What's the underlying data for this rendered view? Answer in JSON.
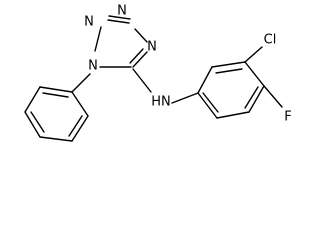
{
  "atoms": {
    "n_top": "N",
    "n_ring_right": "N",
    "n_ring_left": "N",
    "n_ring_bottom": "N",
    "nh": "HN",
    "cl": "Cl",
    "f": "F"
  }
}
